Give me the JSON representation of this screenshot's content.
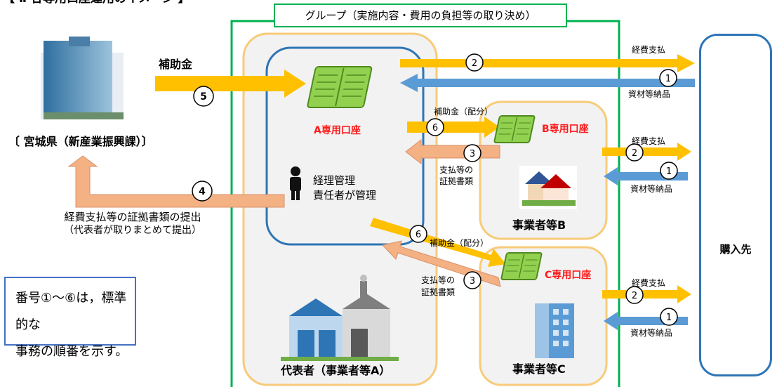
{
  "page_title": "【 Ⅱ 各専用口座運用のイメージ 】",
  "group_label": "グループ（実施内容・費用の負担等の取り決め）",
  "prefecture": {
    "name": "〔 宮城県（新産業振興課）〕",
    "subsidy_label": "補助金",
    "submit_line1": "経費支払等の証拠書類の提出",
    "submit_line2": "（代表者が取りまとめて提出）"
  },
  "representative": {
    "account": "A専用口座",
    "manager_line1": "経理管理",
    "manager_line2": "責任者が管理",
    "name": "代表者（事業者等A）"
  },
  "business_b": {
    "account": "B専用口座",
    "name": "事業者等B",
    "subsidy_alloc": "補助金（配分）",
    "evidence_line1": "支払等の",
    "evidence_line2": "証拠書類"
  },
  "business_c": {
    "account": "C専用口座",
    "name": "事業者等C",
    "subsidy_alloc": "補助金（配分）",
    "evidence_line1": "支払等の",
    "evidence_line2": "証拠書類"
  },
  "supplier": {
    "name": "購入先",
    "payment": "経費支払",
    "delivery": "資材等納品"
  },
  "steps": {
    "s1": "1",
    "s2": "2",
    "s3": "3",
    "s4": "4",
    "s5": "5",
    "s6": "6"
  },
  "note": {
    "line1": "番号①～⑥は，標準的な",
    "line2": "事務の順番を示す。"
  },
  "colors": {
    "yellow_arrow": "#ffc000",
    "blue_arrow": "#5b9bd5",
    "salmon_arrow": "#f4b183",
    "group_border": "#00b050",
    "rep_border": "#f8cb7a",
    "account_border": "#2e75b6",
    "account_red": "#ff1a1a",
    "ledger_green": "#92d050"
  }
}
